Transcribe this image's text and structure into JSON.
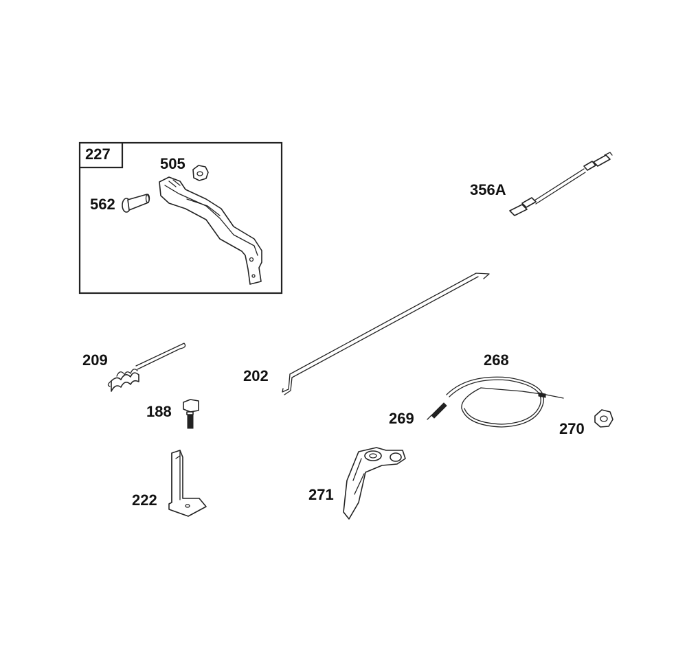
{
  "diagram": {
    "group_box": {
      "label": "227"
    },
    "parts": [
      {
        "id": "505",
        "label": "505"
      },
      {
        "id": "562",
        "label": "562"
      },
      {
        "id": "356A",
        "label": "356A"
      },
      {
        "id": "209",
        "label": "209"
      },
      {
        "id": "202",
        "label": "202"
      },
      {
        "id": "268",
        "label": "268"
      },
      {
        "id": "188",
        "label": "188"
      },
      {
        "id": "269",
        "label": "269"
      },
      {
        "id": "270",
        "label": "270"
      },
      {
        "id": "222",
        "label": "222"
      },
      {
        "id": "271",
        "label": "271"
      }
    ]
  }
}
